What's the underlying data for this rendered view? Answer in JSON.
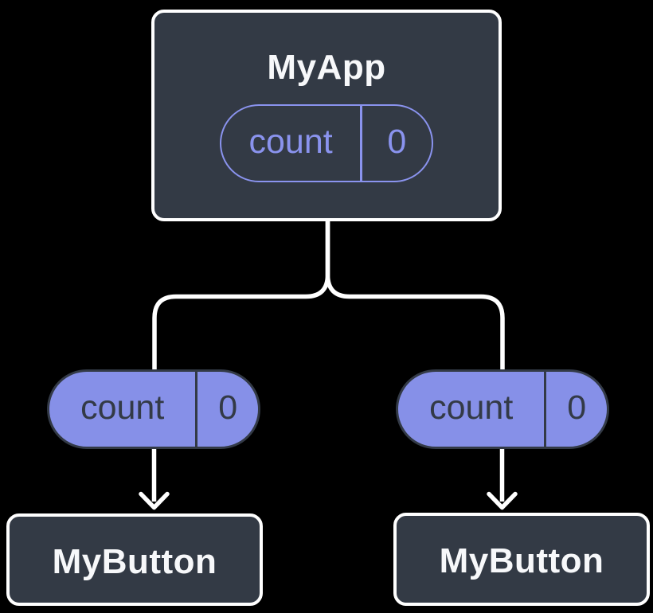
{
  "canvas": {
    "background": "#000000"
  },
  "colors": {
    "node_fill": "#333A45",
    "node_border": "#FFFFFF",
    "node_text": "#F7F8FA",
    "accent_purple": "#8A93EE",
    "pill_fill": "#8690E8",
    "pill_dark": "#333A46",
    "connector": "#FFFFFF"
  },
  "root": {
    "title": "MyApp",
    "state": {
      "name": "count",
      "value": "0"
    }
  },
  "children": [
    {
      "title": "MyButton",
      "prop": {
        "name": "count",
        "value": "0"
      }
    },
    {
      "title": "MyButton",
      "prop": {
        "name": "count",
        "value": "0"
      }
    }
  ]
}
